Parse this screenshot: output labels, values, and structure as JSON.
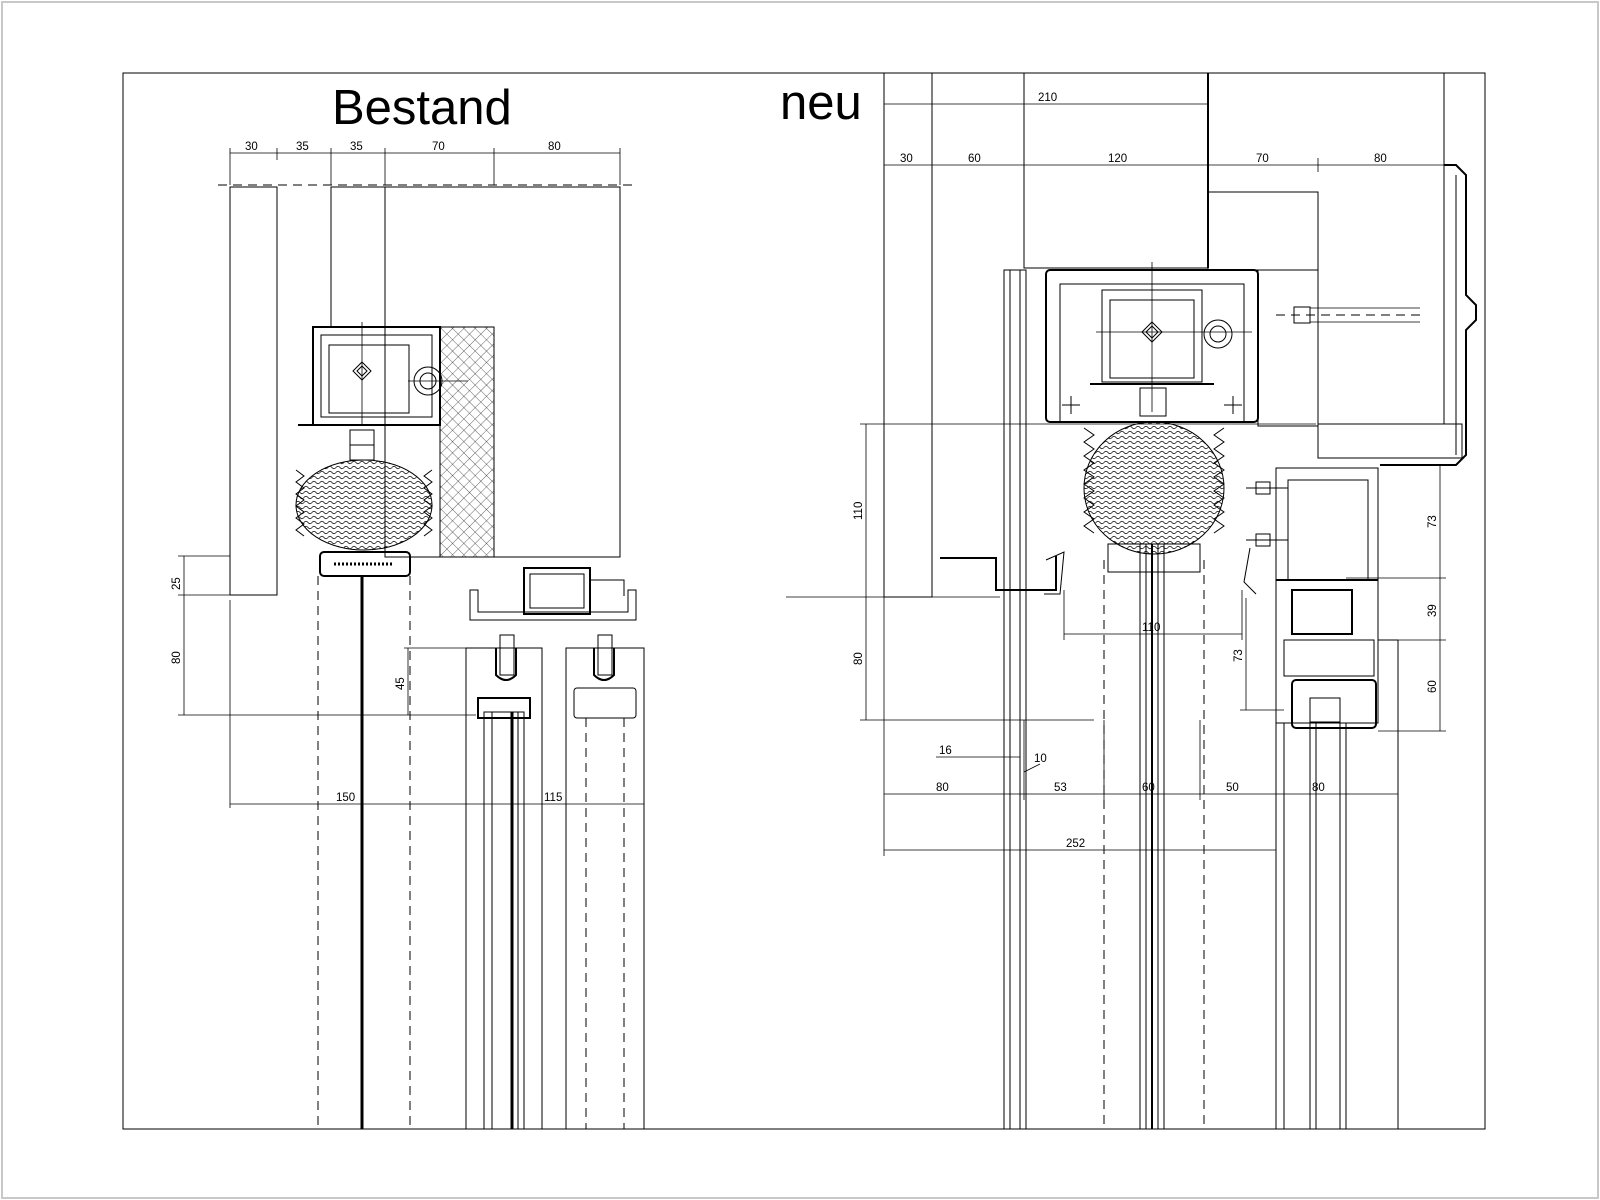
{
  "titles": {
    "left": "Bestand",
    "right": "neu"
  },
  "dimensions_left": {
    "top": [
      "30",
      "35",
      "35",
      "70",
      "80"
    ],
    "vertical": [
      "25",
      "80",
      "45"
    ],
    "bottom": [
      "150",
      "115"
    ]
  },
  "dimensions_right": {
    "top_210": "210",
    "top": [
      "30",
      "60",
      "120",
      "70",
      "80"
    ],
    "left_vertical": [
      "110",
      "80"
    ],
    "right_vertical": [
      "73",
      "39",
      "60"
    ],
    "inner": [
      "110",
      "73"
    ],
    "glass": [
      "16",
      "10"
    ],
    "bottom_row": [
      "80",
      "53",
      "60",
      "50",
      "80"
    ],
    "total": "252"
  },
  "colors": {
    "line": "#000000",
    "frame": "#c8c8c8",
    "background": "#ffffff"
  }
}
